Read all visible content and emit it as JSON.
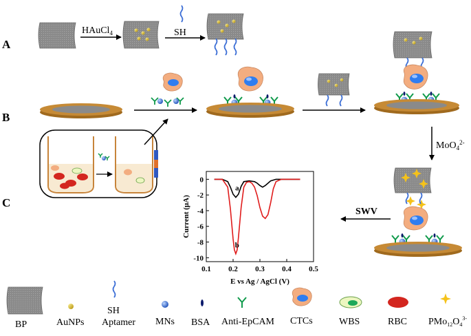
{
  "row_labels": {
    "a": "A",
    "b": "B",
    "c": "C"
  },
  "arrow_labels": {
    "haucl4": "HAuCl",
    "haucl4_sub": "4",
    "sh": "SH",
    "moo4": "MoO",
    "moo4_sub": "4",
    "moo4_sup": "2-",
    "swv": "SWV"
  },
  "legend": {
    "bp": "BP",
    "aunps": "AuNPs",
    "sh": "SH",
    "aptamer": "Aptamer",
    "mns": "MNs",
    "bsa": "BSA",
    "anti_epcam": "Anti-EpCAM",
    "ctcs": "CTCs",
    "wbs": "WBS",
    "rbc": "RBC",
    "pmo_main": "PMo",
    "pmo_sub1": "12",
    "pmo_mid": "O",
    "pmo_sub2": "4",
    "pmo_sup": "3-"
  },
  "chart_data": {
    "type": "line",
    "xlabel": "E vs Ag / AgCl (V)",
    "ylabel": "Current (μA)",
    "xlim": [
      0.1,
      0.5
    ],
    "ylim": [
      -10.5,
      1
    ],
    "xticks": [
      "0.1",
      "0.2",
      "0.3",
      "0.4",
      "0.5"
    ],
    "yticks": [
      "0",
      "-2",
      "-4",
      "-6",
      "-8",
      "-10"
    ],
    "series": [
      {
        "name": "a",
        "color": "#000000",
        "x": [
          0.13,
          0.16,
          0.18,
          0.19,
          0.2,
          0.21,
          0.22,
          0.23,
          0.24,
          0.26,
          0.28,
          0.29,
          0.3,
          0.31,
          0.32,
          0.33,
          0.34,
          0.36,
          0.38,
          0.42,
          0.45
        ],
        "y": [
          0,
          0,
          -0.3,
          -1.0,
          -1.9,
          -2.3,
          -1.9,
          -0.9,
          -0.3,
          -0.2,
          -0.3,
          -0.5,
          -0.8,
          -1.0,
          -0.8,
          -0.5,
          -0.2,
          0,
          0,
          0,
          0
        ]
      },
      {
        "name": "b",
        "color": "#e01b1b",
        "x": [
          0.13,
          0.16,
          0.18,
          0.19,
          0.2,
          0.205,
          0.21,
          0.215,
          0.22,
          0.23,
          0.24,
          0.25,
          0.26,
          0.27,
          0.28,
          0.29,
          0.3,
          0.31,
          0.32,
          0.33,
          0.34,
          0.35,
          0.36,
          0.38,
          0.42,
          0.45
        ],
        "y": [
          0,
          0,
          -1.0,
          -3.8,
          -7.6,
          -9.0,
          -9.5,
          -9.0,
          -7.4,
          -3.6,
          -1.0,
          -0.4,
          -0.3,
          -0.5,
          -1.0,
          -2.1,
          -3.6,
          -4.7,
          -5.0,
          -4.5,
          -3.0,
          -1.2,
          -0.3,
          0,
          0,
          0
        ]
      }
    ],
    "annotations": [
      "a",
      "b"
    ]
  }
}
